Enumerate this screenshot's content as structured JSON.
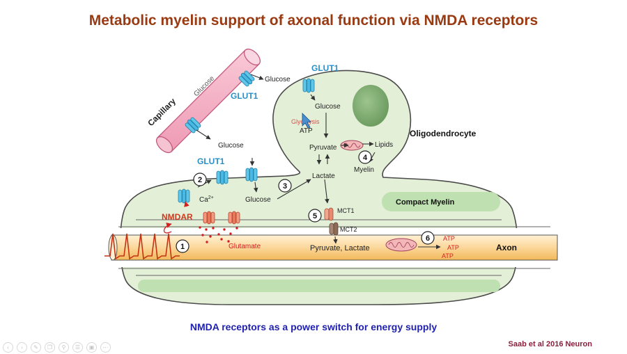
{
  "title": "Metabolic myelin support of axonal function via NMDA receptors",
  "subtitle": "NMDA receptors as a power switch for energy supply",
  "citation": "Saab et al 2016 Neuron",
  "labels": {
    "capillary": "Capillary",
    "capillary_glucose": "Glucose",
    "glut1_capillary": "GLUT1",
    "glucose_top": "Glucose",
    "glucose_mid": "Glucose",
    "glut1_top": "GLUT1",
    "glut1_lower": "GLUT1",
    "oligo_glucose": "Glucose",
    "glycolysis": "Glycolysis",
    "atp": "ATP",
    "pyruvate": "Pyruvate",
    "lipids": "Lipids",
    "myelin": "Myelin",
    "lactate": "Lactate",
    "oligodendrocyte": "Oligodendrocyte",
    "compact_myelin": "Compact Myelin",
    "ca": "Ca",
    "ca_sup": "2+",
    "glucose_low": "Glucose",
    "nmdar": "NMDAR",
    "glutamate": "Glutamate",
    "mct1": "MCT1",
    "mct2": "MCT2",
    "pyruvate_lactate": "Pyruvate, Lactate",
    "axon": "Axon",
    "atp1": "ATP",
    "atp2": "ATP",
    "atp3": "ATP"
  },
  "steps": [
    "1",
    "2",
    "3",
    "4",
    "5",
    "6"
  ],
  "colors": {
    "title": "#9a3a12",
    "glut1": "#2a8fc7",
    "nmdar": "#d13a1e",
    "glutamate": "#d42020",
    "subtitle": "#1f1fb0",
    "citation": "#8a1f3d",
    "oligodendrocyte_fill": "#e3efd6",
    "capillary_fill": "#f4aec4",
    "axon_fill": "#fbd79a"
  },
  "controls": [
    "prev-icon",
    "next-icon",
    "pen-icon",
    "copy-icon",
    "zoom-icon",
    "menu-icon",
    "caption-icon",
    "more-icon"
  ]
}
